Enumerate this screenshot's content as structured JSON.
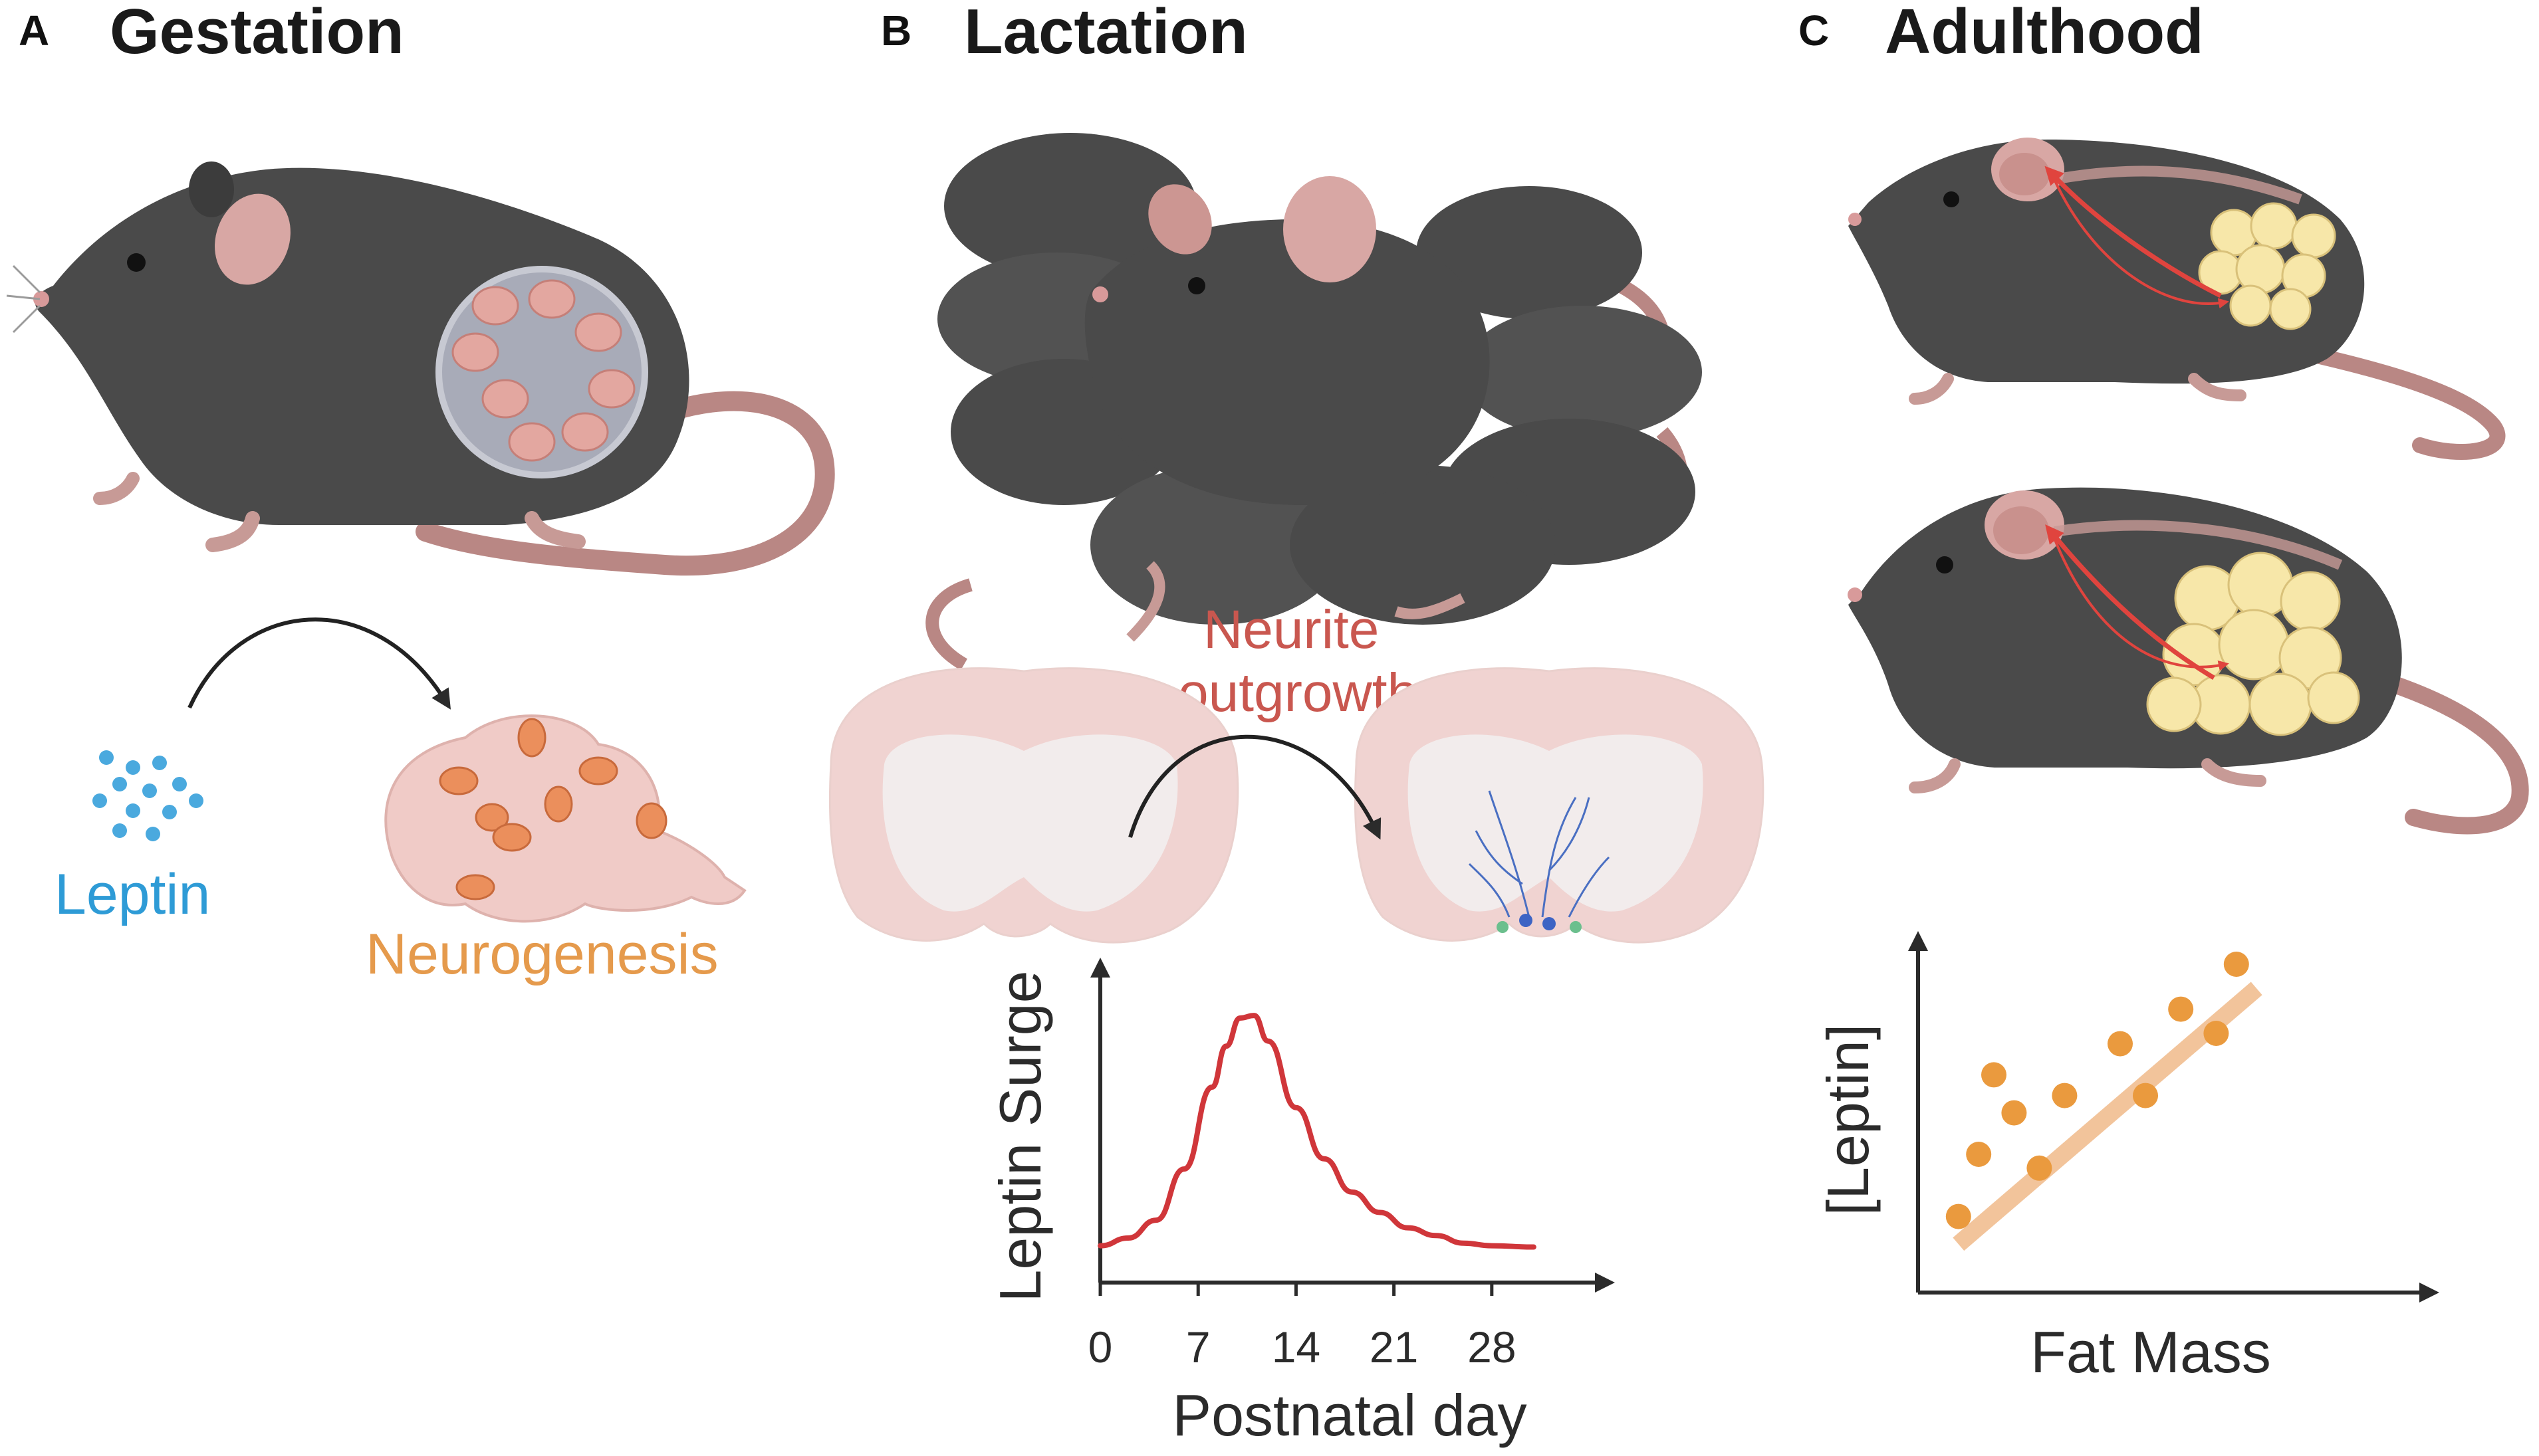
{
  "panels": [
    {
      "letter": "A",
      "title": "Gestation"
    },
    {
      "letter": "B",
      "title": "Lactation"
    },
    {
      "letter": "C",
      "title": "Adulthood"
    }
  ],
  "labels": {
    "leptin": "Leptin",
    "neurogenesis": "Neurogenesis",
    "neurite_line1": "Neurite",
    "neurite_line2": "outgrowth"
  },
  "icons": [
    "pregnant-mouse-icon",
    "mouse-litter-icon",
    "brain-section-icon",
    "lean-mouse-icon",
    "obese-mouse-icon",
    "neuron-cluster-icon",
    "leptin-molecules-icon"
  ],
  "colors": {
    "leptin": "#2e9bd6",
    "neurogenesis": "#e59a4c",
    "neurite": "#c9574f",
    "curve": "#d0363a",
    "scatter": "#ea9a3e",
    "fit": "#f2c49b",
    "mouse": "#4b4b4b"
  },
  "chart_data": [
    {
      "type": "line",
      "xlabel": "Postnatal day",
      "ylabel": "Leptin Surge",
      "x_ticks": [
        "0",
        "7",
        "14",
        "21",
        "28"
      ],
      "xlim": [
        0,
        34
      ],
      "ylim": [
        0,
        1
      ],
      "y_ticks_shown": false,
      "series": [
        {
          "x": [
            0,
            2,
            4,
            6,
            8,
            9,
            10,
            11,
            12,
            14,
            16,
            18,
            20,
            22,
            24,
            26,
            28,
            31
          ],
          "y": [
            0.04,
            0.07,
            0.14,
            0.34,
            0.66,
            0.82,
            0.93,
            0.94,
            0.84,
            0.58,
            0.38,
            0.25,
            0.17,
            0.11,
            0.08,
            0.05,
            0.04,
            0.035
          ]
        }
      ]
    },
    {
      "type": "scatter",
      "xlabel": "Fat Mass",
      "ylabel": "[Leptin]",
      "xlim": [
        0,
        1
      ],
      "ylim": [
        0,
        1
      ],
      "ticks_shown": false,
      "points": {
        "x": [
          0.08,
          0.15,
          0.12,
          0.19,
          0.24,
          0.29,
          0.4,
          0.45,
          0.52,
          0.59,
          0.63
        ],
        "y": [
          0.22,
          0.63,
          0.4,
          0.52,
          0.36,
          0.57,
          0.72,
          0.57,
          0.82,
          0.75,
          0.95
        ]
      },
      "fit": {
        "x": [
          0.08,
          0.67
        ],
        "y": [
          0.14,
          0.88
        ]
      }
    }
  ]
}
